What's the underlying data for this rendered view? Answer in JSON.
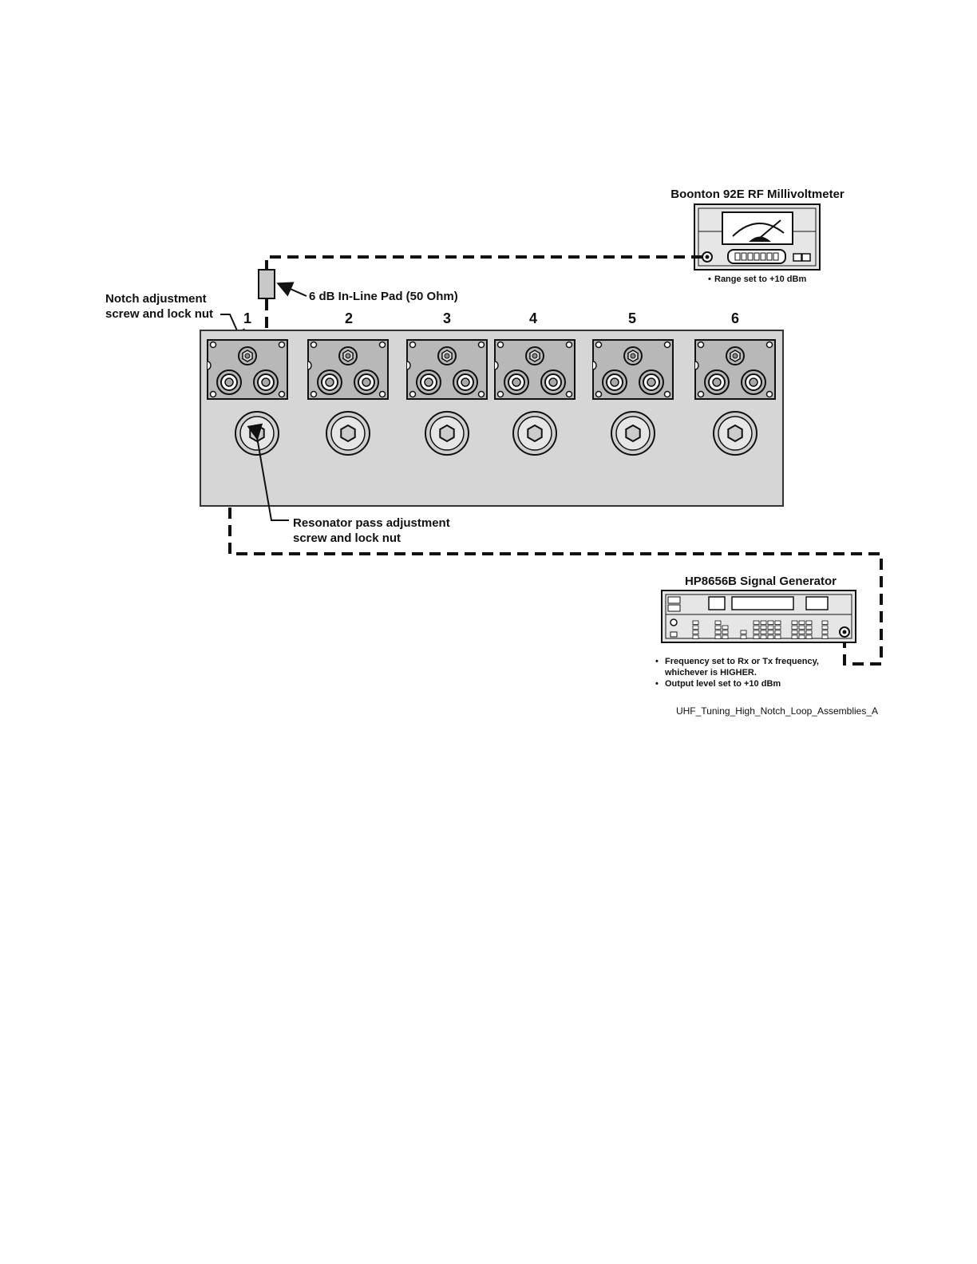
{
  "labels": {
    "millivoltmeter_title": "Boonton 92E RF Millivoltmeter",
    "millivoltmeter_note": "Range set to +10 dBm",
    "pad_label": "6 dB In-Line Pad (50 Ohm)",
    "notch_label_line1": "Notch adjustment",
    "notch_label_line2": "screw and lock nut",
    "resonator_label_line1": "Resonator pass adjustment",
    "resonator_label_line2": "screw and lock nut",
    "generator_title": "HP8656B Signal Generator",
    "generator_note1_line1": "Frequency set to Rx or Tx frequency,",
    "generator_note1_line2": "whichever is HIGHER.",
    "generator_note2": "Output level set to +10 dBm",
    "figure_ref": "UHF_Tuning_High_Notch_Loop_Assemblies_A"
  },
  "cavities": [
    "1",
    "2",
    "3",
    "4",
    "5",
    "6"
  ],
  "bullet": "•"
}
